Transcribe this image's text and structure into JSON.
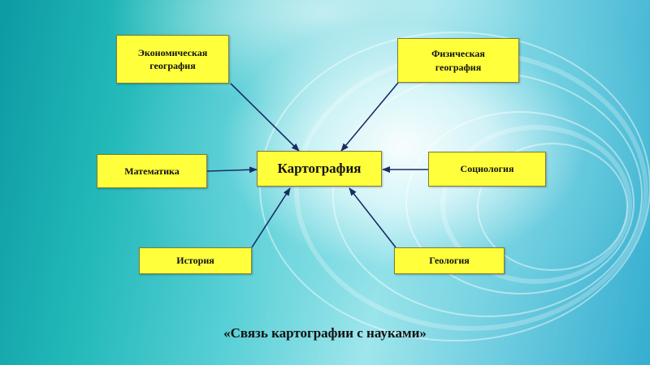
{
  "diagram": {
    "center": "Картография",
    "nodes": {
      "economic_geography": "Экономическая\nгеография",
      "physical_geography": "Физическая\nгеография",
      "mathematics": "Математика",
      "sociology": "Социология",
      "history": "История",
      "geology": "Геология"
    },
    "edges": [
      {
        "from": "economic_geography",
        "to": "center"
      },
      {
        "from": "physical_geography",
        "to": "center"
      },
      {
        "from": "mathematics",
        "to": "center"
      },
      {
        "from": "sociology",
        "to": "center"
      },
      {
        "from": "history",
        "to": "center"
      },
      {
        "from": "geology",
        "to": "center"
      }
    ],
    "caption": "«Связь картографии с науками»"
  },
  "colors": {
    "box_fill": "#ffff3c",
    "arrow": "#1a2c66"
  }
}
